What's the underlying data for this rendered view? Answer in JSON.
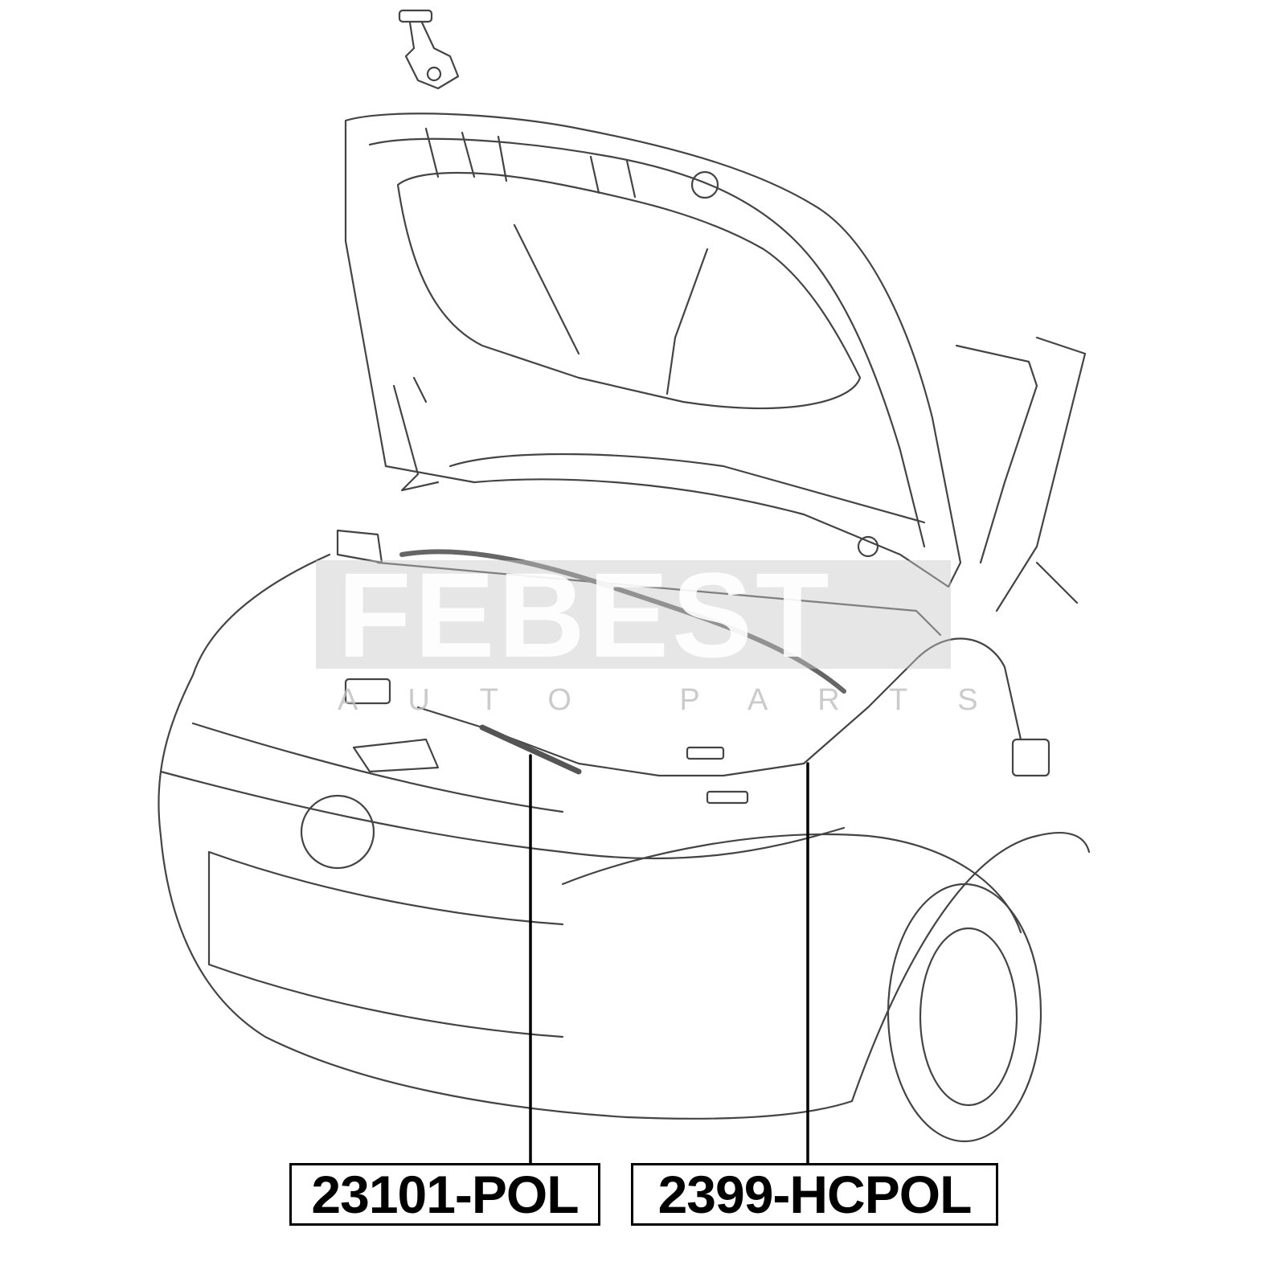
{
  "watermark": {
    "brand": "FEBEST",
    "tagline": "AUTO PARTS"
  },
  "part_labels": [
    {
      "part_number": "23101-POL"
    },
    {
      "part_number": "2399-HCPOL"
    }
  ],
  "colors": {
    "line": "#333333",
    "label_border": "#000000",
    "watermark": "#c8c8c8"
  }
}
